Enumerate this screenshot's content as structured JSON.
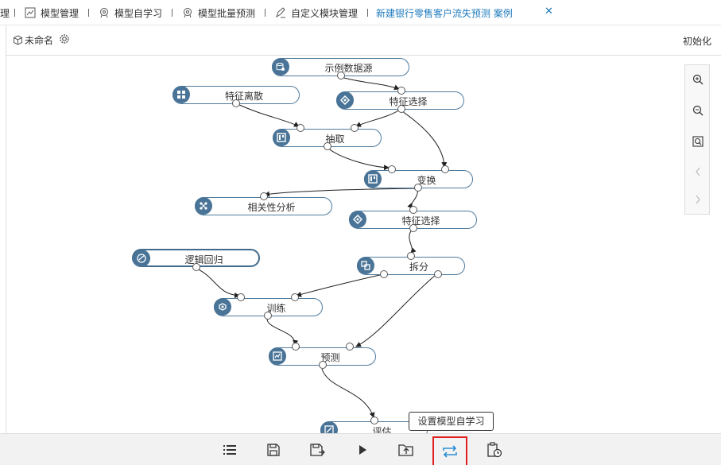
{
  "tabs": [
    {
      "label": "理",
      "icon": "none"
    },
    {
      "label": "模型管理",
      "icon": "chart-icon"
    },
    {
      "label": "模型自学习",
      "icon": "brain-icon"
    },
    {
      "label": "模型批量预测",
      "icon": "brain-icon"
    },
    {
      "label": "自定义模块管理",
      "icon": "edit-icon"
    },
    {
      "label": "新建银行零售客户流失预测 案例",
      "icon": "none",
      "active": true
    }
  ],
  "canvas": {
    "name": "未命名",
    "init_label": "初始化"
  },
  "nodes": [
    {
      "id": "n1",
      "label": "示例数据源",
      "icon": "database-icon"
    },
    {
      "id": "n2",
      "label": "特征离散",
      "icon": "discretize-icon"
    },
    {
      "id": "n3",
      "label": "特征选择",
      "icon": "feature-select-icon"
    },
    {
      "id": "n4",
      "label": "抽取",
      "icon": "extract-icon"
    },
    {
      "id": "n5",
      "label": "变换",
      "icon": "transform-icon"
    },
    {
      "id": "n6",
      "label": "相关性分析",
      "icon": "correlation-icon"
    },
    {
      "id": "n7",
      "label": "特征选择",
      "icon": "feature-select-icon"
    },
    {
      "id": "n8",
      "label": "逻辑回归",
      "icon": "regression-icon"
    },
    {
      "id": "n9",
      "label": "拆分",
      "icon": "split-icon"
    },
    {
      "id": "n10",
      "label": "训练",
      "icon": "train-icon"
    },
    {
      "id": "n11",
      "label": "预测",
      "icon": "predict-icon"
    },
    {
      "id": "n12",
      "label": "评估",
      "icon": "evaluate-icon"
    }
  ],
  "zoom_tools": [
    "zoom-in-icon",
    "zoom-out-icon",
    "fit-view-icon",
    "prev-icon",
    "next-icon"
  ],
  "bottom_tools": [
    "list-icon",
    "save-icon",
    "save-as-icon",
    "run-icon",
    "export-folder-icon",
    "self-learn-icon",
    "schedule-icon"
  ],
  "tooltip": "设置模型自学习",
  "colors": {
    "accent": "#1f7bbf",
    "node_border": "#4f7b9e",
    "node_icon": "#4a7497",
    "highlight": "#e02020"
  }
}
